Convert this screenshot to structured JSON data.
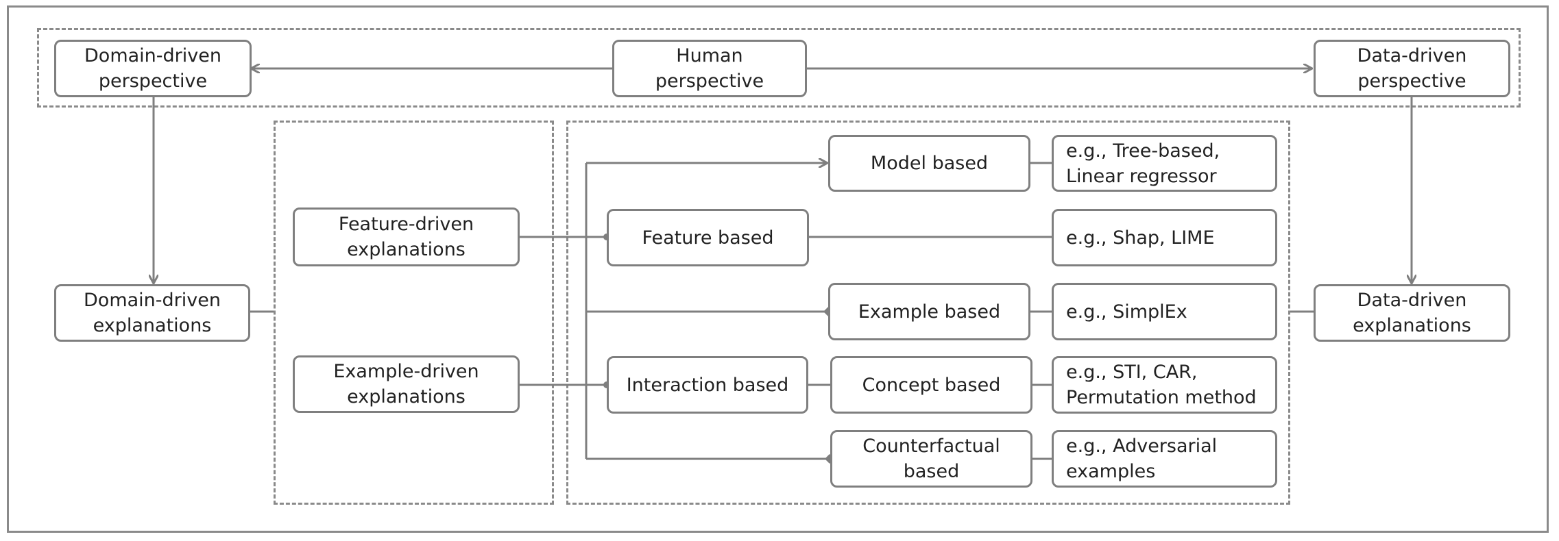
{
  "nodes": {
    "human_perspective": "Human\nperspective",
    "domain_perspective": "Domain-driven\nperspective",
    "data_perspective": "Data-driven\nperspective",
    "domain_explanations": "Domain-driven\nexplanations",
    "data_explanations": "Data-driven\nexplanations",
    "feature_driven": "Feature-driven\nexplanations",
    "example_driven": "Example-driven\nexplanations",
    "model_based": "Model based",
    "feature_based": "Feature based",
    "example_based": "Example based",
    "interaction_based": "Interaction based",
    "concept_based": "Concept based",
    "counterfactual_based": "Counterfactual\nbased",
    "eg_model": "e.g., Tree-based,\nLinear regressor",
    "eg_feature": "e.g., Shap, LIME",
    "eg_example": "e.g., SimplEx",
    "eg_concept": "e.g., STI, CAR,\nPermutation method",
    "eg_counterfactual": "e.g., Adversarial\nexamples"
  },
  "colors": {
    "stroke": "#7f7f7f",
    "dash": "#8a8a8a"
  }
}
